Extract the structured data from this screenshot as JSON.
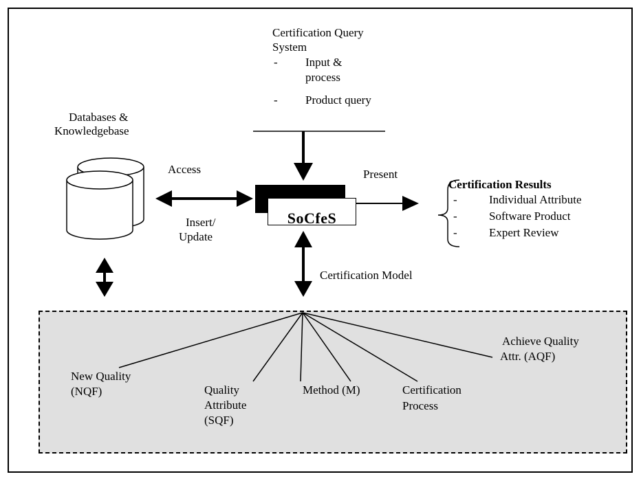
{
  "query_system": {
    "title_line1": "Certification Query",
    "title_line2": "System",
    "item1_dash": "-",
    "item1_line1": "Input &",
    "item1_line2": "process",
    "item2_dash": "-",
    "item2": "Product query"
  },
  "databases": {
    "label_line1": "Databases &",
    "label_line2": "Knowledgebase"
  },
  "edges": {
    "access": "Access",
    "insert_update_line1": "Insert/",
    "insert_update_line2": "Update",
    "present": "Present",
    "certification_model": "Certification Model"
  },
  "hub": {
    "label": "SoCfeS"
  },
  "results": {
    "title": "Certification Results",
    "items": [
      {
        "dash": "-",
        "label": "Individual Attribute"
      },
      {
        "dash": "-",
        "label": "Software Product"
      },
      {
        "dash": "-",
        "label": "Expert Review"
      }
    ]
  },
  "model_nodes": {
    "nqf_line1": "New Quality",
    "nqf_line2": "(NQF)",
    "sqf_line1": "Quality",
    "sqf_line2": "Attribute",
    "sqf_line3": "(SQF)",
    "method": "Method (M)",
    "process_line1": "Certification",
    "process_line2": "Process",
    "aqf_line1": "Achieve Quality",
    "aqf_line2": "Attr.  (AQF)"
  },
  "colors": {
    "model_fill": "#e0e0e0",
    "stroke": "#000000"
  }
}
